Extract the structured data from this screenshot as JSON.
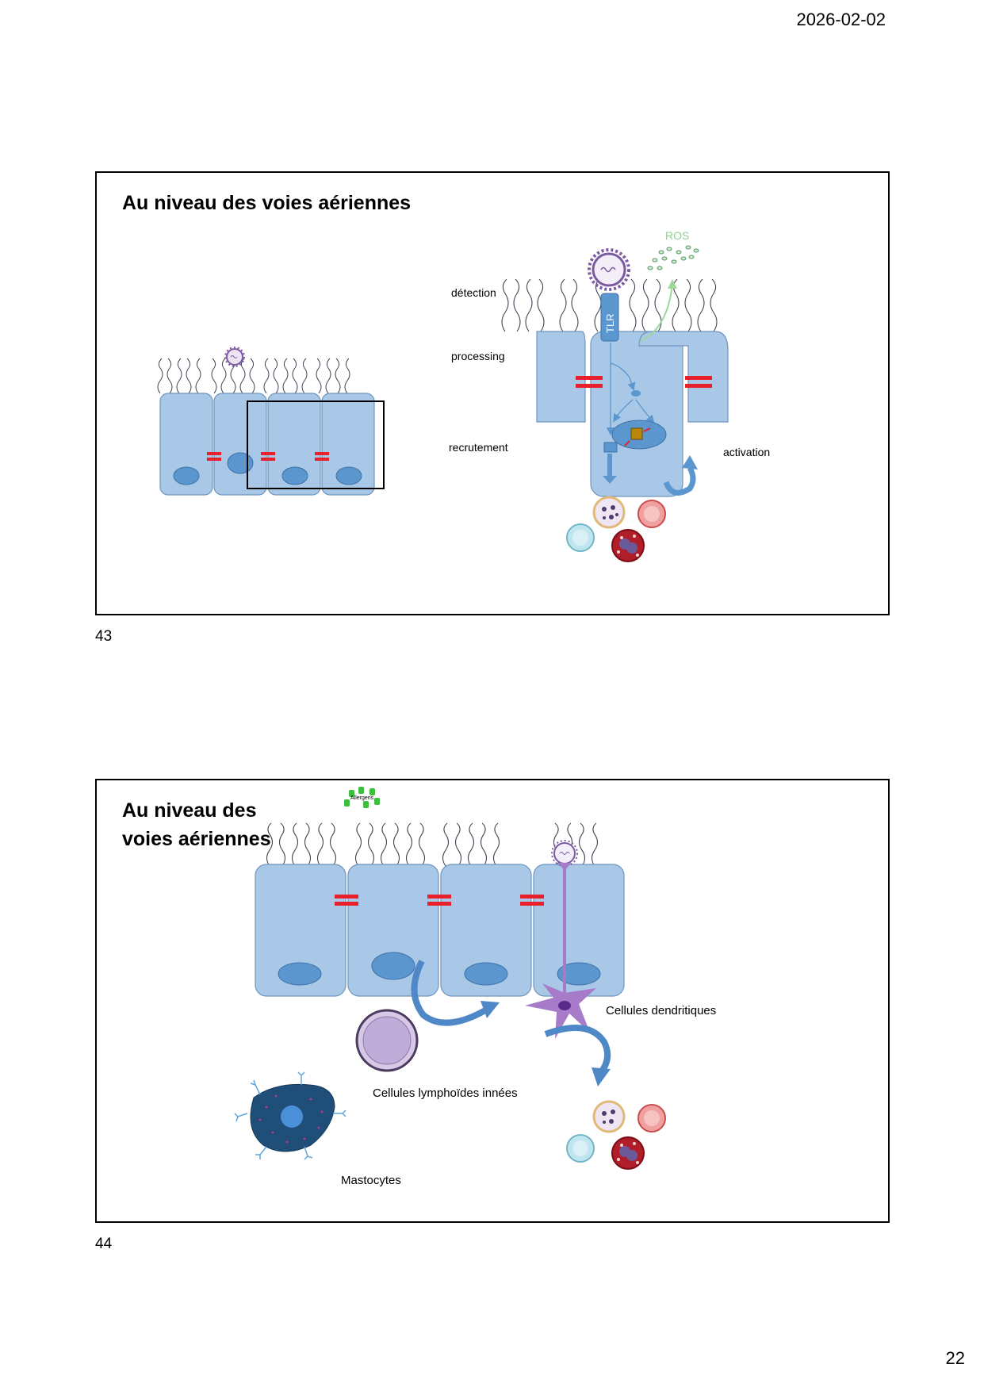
{
  "header": {
    "date": "2026-02-02"
  },
  "footer": {
    "page_number": "22"
  },
  "slides": [
    {
      "number": "43",
      "title": "Au niveau des voies aériennes",
      "labels": {
        "detection": "détection",
        "processing": "processing",
        "recruitment": "recrutement",
        "activation": "activation",
        "ros": "ROS",
        "tlr": "TLR"
      },
      "colors": {
        "epithelium": "#a9c8e8",
        "nucleus": "#5b96cf",
        "junction": "#e8202a",
        "ros": "#8fd18f"
      }
    },
    {
      "number": "44",
      "title": "Au niveau des voies aériennes",
      "labels": {
        "allergens": "Allergens",
        "dendritic_cells": "Cellules dendritiques",
        "ilc": "Cellules lymphoïdes innées",
        "mast_cells": "Mastocytes"
      },
      "colors": {
        "dendritic": "#a77bc9",
        "mast_cell": "#1f4e79",
        "allergen": "#3cbf3c"
      }
    }
  ]
}
